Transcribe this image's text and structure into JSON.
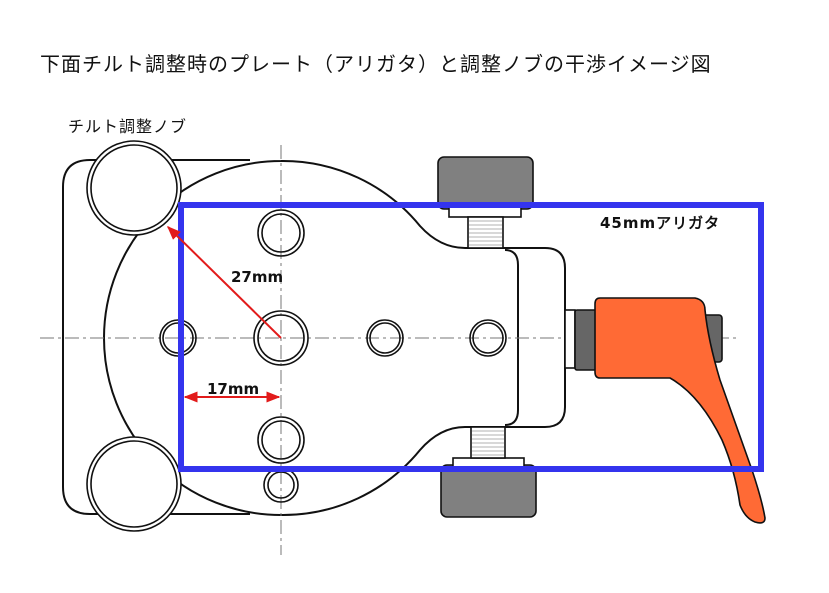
{
  "title": "下面チルト調整時のプレート（アリガタ）と調整ノブの干渉イメージ図",
  "labels": {
    "tilt_knob": "チルト調整ノブ",
    "dovetail": "45mmアリガタ",
    "radius": "27mm",
    "offset": "17mm"
  },
  "colors": {
    "dovetail_outline": "#3434ee",
    "dimension": "#e21b1b",
    "lever": "#ff6a35",
    "knob": "#808080"
  }
}
